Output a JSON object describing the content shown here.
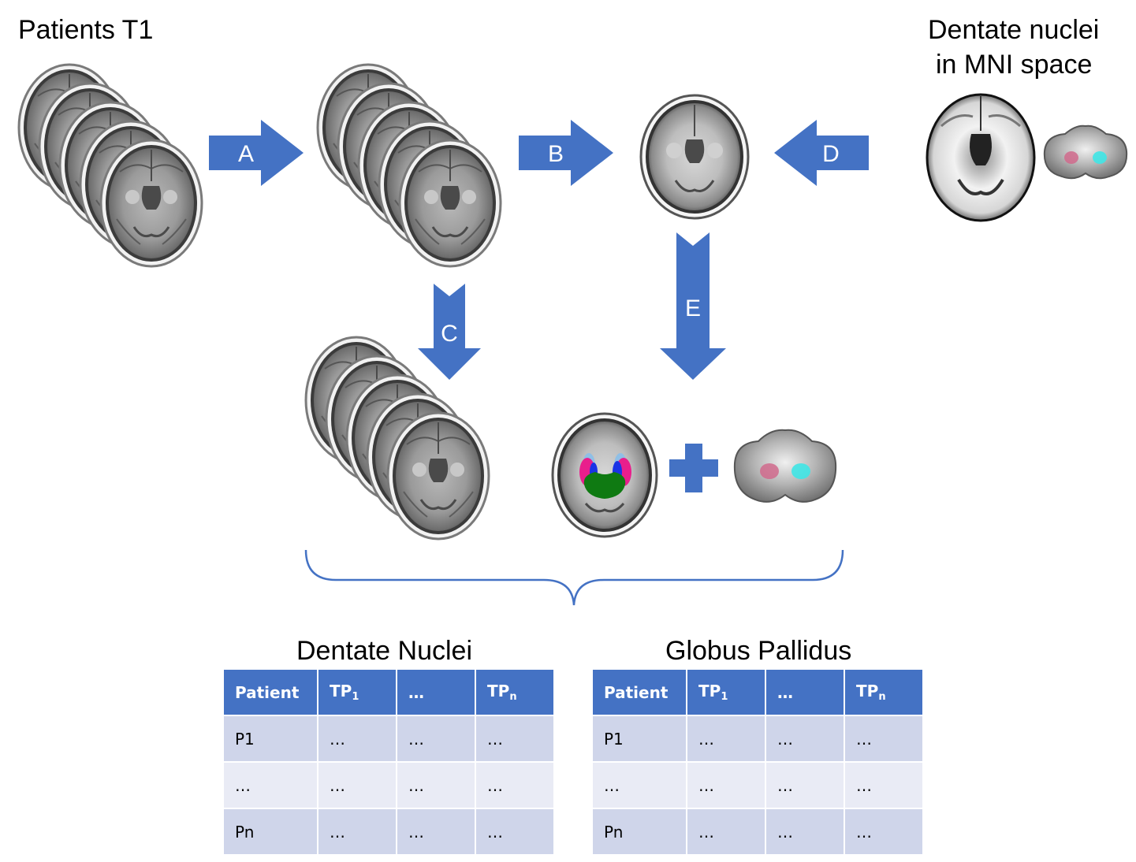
{
  "labels": {
    "patients_t1": "Patients T1",
    "mni_line1": "Dentate nuclei",
    "mni_line2": "in MNI space"
  },
  "arrows": {
    "a": "A",
    "b": "B",
    "c": "C",
    "d": "D",
    "e": "E",
    "plus": "+"
  },
  "tables": [
    {
      "title": "Dentate Nuclei",
      "headers": [
        {
          "main": "Patient",
          "sub": ""
        },
        {
          "main": "TP",
          "sub": "1"
        },
        {
          "main": "…",
          "sub": ""
        },
        {
          "main": "TP",
          "sub": "n"
        }
      ],
      "rows": [
        [
          "P1",
          "…",
          "…",
          "…"
        ],
        [
          "…",
          "…",
          "…",
          "…"
        ],
        [
          "Pn",
          "…",
          "…",
          "…"
        ]
      ]
    },
    {
      "title": "Globus Pallidus",
      "headers": [
        {
          "main": "Patient",
          "sub": ""
        },
        {
          "main": "TP",
          "sub": "1"
        },
        {
          "main": "…",
          "sub": ""
        },
        {
          "main": "TP",
          "sub": "n"
        }
      ],
      "rows": [
        [
          "P1",
          "…",
          "…",
          "…"
        ],
        [
          "…",
          "…",
          "…",
          "…"
        ],
        [
          "Pn",
          "…",
          "…",
          "…"
        ]
      ]
    }
  ],
  "colors": {
    "arrow": "#4472c4",
    "table_header": "#4472c4",
    "row_dark": "#cfd5ea",
    "row_light": "#e9ebf5",
    "globus_pallidus_left": "#e91e8c",
    "globus_pallidus_right": "#1a33e6",
    "putamen_light": "#8fbfe6",
    "thalamus": "#0f7a12",
    "dentate_left": "#d06a8c",
    "dentate_right": "#3fe6e6"
  }
}
